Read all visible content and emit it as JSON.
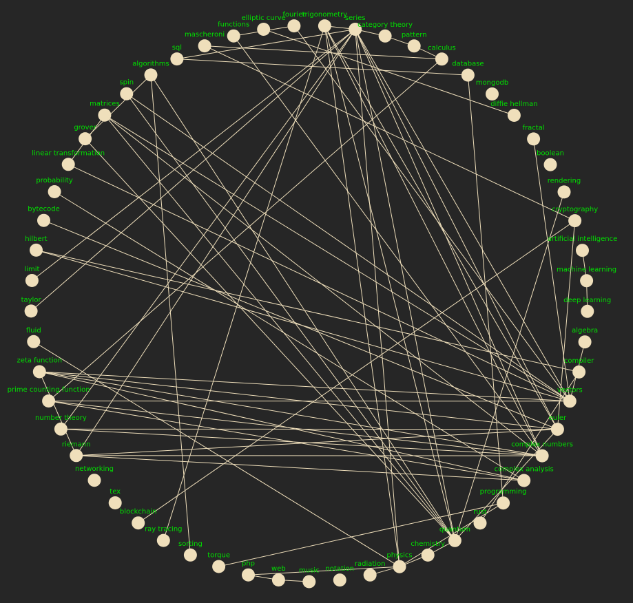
{
  "colors": {
    "background": "#262626",
    "node_fill": "#efdfbb",
    "edge_stroke": "#efdfbb",
    "label_text": "#00e000"
  },
  "graph": {
    "layout": "circular",
    "nodes": [
      {
        "id": "series",
        "label": "series"
      },
      {
        "id": "category theory",
        "label": "category theory"
      },
      {
        "id": "pattern",
        "label": "pattern"
      },
      {
        "id": "calculus",
        "label": "calculus"
      },
      {
        "id": "database",
        "label": "database"
      },
      {
        "id": "mongodb",
        "label": "mongodb"
      },
      {
        "id": "diffie hellman",
        "label": "diffie hellman"
      },
      {
        "id": "fractal",
        "label": "fractal"
      },
      {
        "id": "boolean",
        "label": "boolean"
      },
      {
        "id": "rendering",
        "label": "rendering"
      },
      {
        "id": "cryptography",
        "label": "cryptography"
      },
      {
        "id": "artificial intelligence",
        "label": "artificial intelligence"
      },
      {
        "id": "machine learning",
        "label": "machine learning"
      },
      {
        "id": "deep learning",
        "label": "deep learning"
      },
      {
        "id": "algebra",
        "label": "algebra"
      },
      {
        "id": "compiler",
        "label": "compiler"
      },
      {
        "id": "vectors",
        "label": "vectors"
      },
      {
        "id": "euler",
        "label": "euler"
      },
      {
        "id": "complex numbers",
        "label": "complex numbers"
      },
      {
        "id": "complex analysis",
        "label": "complex analysis"
      },
      {
        "id": "programming",
        "label": "programming"
      },
      {
        "id": "rust",
        "label": "rust"
      },
      {
        "id": "quantum",
        "label": "quantum"
      },
      {
        "id": "chemistry",
        "label": "chemistry"
      },
      {
        "id": "physics",
        "label": "physics"
      },
      {
        "id": "radiation",
        "label": "radiation"
      },
      {
        "id": "notation",
        "label": "notation"
      },
      {
        "id": "music",
        "label": "music"
      },
      {
        "id": "web",
        "label": "web"
      },
      {
        "id": "php",
        "label": "php"
      },
      {
        "id": "torque",
        "label": "torque"
      },
      {
        "id": "sorting",
        "label": "sorting"
      },
      {
        "id": "ray tracing",
        "label": "ray tracing"
      },
      {
        "id": "blockchain",
        "label": "blockchain"
      },
      {
        "id": "tex",
        "label": "tex"
      },
      {
        "id": "networking",
        "label": "networking"
      },
      {
        "id": "riemann",
        "label": "riemann"
      },
      {
        "id": "number theory",
        "label": "number theory"
      },
      {
        "id": "prime counting function",
        "label": "prime counting function"
      },
      {
        "id": "zeta function",
        "label": "zeta function"
      },
      {
        "id": "fluid",
        "label": "fluid"
      },
      {
        "id": "taylor",
        "label": "taylor"
      },
      {
        "id": "limit",
        "label": "limit"
      },
      {
        "id": "hilbert",
        "label": "hilbert"
      },
      {
        "id": "bytecode",
        "label": "bytecode"
      },
      {
        "id": "probability",
        "label": "probability"
      },
      {
        "id": "linear transformation",
        "label": "linear transformation"
      },
      {
        "id": "grover",
        "label": "grover"
      },
      {
        "id": "matrices",
        "label": "matrices"
      },
      {
        "id": "spin",
        "label": "spin"
      },
      {
        "id": "algorithms",
        "label": "algorithms"
      },
      {
        "id": "sql",
        "label": "sql"
      },
      {
        "id": "mascheroni",
        "label": "mascheroni"
      },
      {
        "id": "functions",
        "label": "functions"
      },
      {
        "id": "elliptic curve",
        "label": "elliptic curve"
      },
      {
        "id": "fourier",
        "label": "fourier"
      },
      {
        "id": "trigonometry",
        "label": "trigonometry"
      }
    ],
    "edges": [
      [
        "series",
        "category theory"
      ],
      [
        "series",
        "vectors"
      ],
      [
        "series",
        "euler"
      ],
      [
        "series",
        "complex numbers"
      ],
      [
        "series",
        "quantum"
      ],
      [
        "series",
        "physics"
      ],
      [
        "series",
        "taylor"
      ],
      [
        "series",
        "limit"
      ],
      [
        "series",
        "riemann"
      ],
      [
        "series",
        "number theory"
      ],
      [
        "series",
        "sql"
      ],
      [
        "trigonometry",
        "series"
      ],
      [
        "trigonometry",
        "euler"
      ],
      [
        "trigonometry",
        "complex numbers"
      ],
      [
        "trigonometry",
        "quantum"
      ],
      [
        "trigonometry",
        "physics"
      ],
      [
        "trigonometry",
        "ray tracing"
      ],
      [
        "category theory",
        "pattern"
      ],
      [
        "pattern",
        "calculus"
      ],
      [
        "calculus",
        "prime counting function"
      ],
      [
        "calculus",
        "mascheroni"
      ],
      [
        "database",
        "sql"
      ],
      [
        "database",
        "programming"
      ],
      [
        "diffie hellman",
        "elliptic curve"
      ],
      [
        "fractal",
        "vectors"
      ],
      [
        "rendering",
        "quantum"
      ],
      [
        "cryptography",
        "mascheroni"
      ],
      [
        "cryptography",
        "euler"
      ],
      [
        "cryptography",
        "blockchain"
      ],
      [
        "artificial intelligence",
        "machine learning"
      ],
      [
        "machine learning",
        "deep learning"
      ],
      [
        "algebra",
        "vectors"
      ],
      [
        "compiler",
        "hilbert"
      ],
      [
        "compiler",
        "rust"
      ],
      [
        "vectors",
        "matrices"
      ],
      [
        "vectors",
        "linear transformation"
      ],
      [
        "vectors",
        "hilbert"
      ],
      [
        "vectors",
        "zeta function"
      ],
      [
        "vectors",
        "prime counting function"
      ],
      [
        "vectors",
        "spin"
      ],
      [
        "euler",
        "zeta function"
      ],
      [
        "euler",
        "number theory"
      ],
      [
        "euler",
        "riemann"
      ],
      [
        "euler",
        "bytecode"
      ],
      [
        "euler",
        "quantum"
      ],
      [
        "complex numbers",
        "matrices"
      ],
      [
        "complex numbers",
        "zeta function"
      ],
      [
        "complex numbers",
        "prime counting function"
      ],
      [
        "complex numbers",
        "number theory"
      ],
      [
        "complex numbers",
        "riemann"
      ],
      [
        "complex numbers",
        "functions"
      ],
      [
        "complex analysis",
        "zeta function"
      ],
      [
        "complex analysis",
        "prime counting function"
      ],
      [
        "complex analysis",
        "riemann"
      ],
      [
        "complex analysis",
        "probability"
      ],
      [
        "programming",
        "physics"
      ],
      [
        "programming",
        "torque"
      ],
      [
        "quantum",
        "spin"
      ],
      [
        "quantum",
        "matrices"
      ],
      [
        "quantum",
        "grover"
      ],
      [
        "quantum",
        "algorithms"
      ],
      [
        "quantum",
        "chemistry"
      ],
      [
        "chemistry",
        "physics"
      ],
      [
        "physics",
        "radiation"
      ],
      [
        "physics",
        "fluid"
      ],
      [
        "physics",
        "php"
      ],
      [
        "php",
        "web"
      ],
      [
        "web",
        "music"
      ],
      [
        "sorting",
        "algorithms"
      ],
      [
        "grover",
        "algorithms"
      ],
      [
        "matrices",
        "linear transformation"
      ],
      [
        "zeta function",
        "riemann"
      ],
      [
        "fourier",
        "functions"
      ],
      [
        "fourier",
        "vectors"
      ]
    ]
  }
}
